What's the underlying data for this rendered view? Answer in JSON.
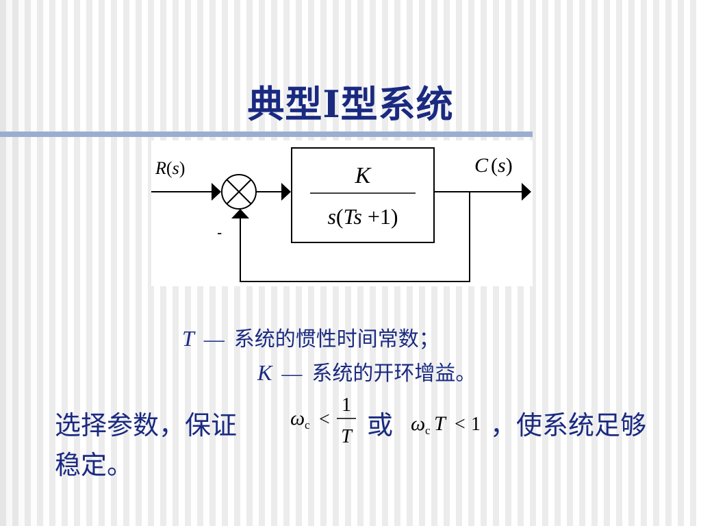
{
  "slide": {
    "title": "典型I型系统",
    "colors": {
      "title": "#1a2a80",
      "rule": "#9aaed0",
      "text": "#1a2a80"
    }
  },
  "diagram": {
    "input_label": {
      "sym": "R",
      "open": "(",
      "var": "s",
      "close": ")"
    },
    "output_label": {
      "sym": "C",
      "open": "(",
      "var": "s",
      "close": ")"
    },
    "minus_sign": "-",
    "block": {
      "numerator": "K",
      "den_s": "s",
      "den_open": "(",
      "den_T": "T",
      "den_s2": "s",
      "den_plus": "+",
      "den_one": "1",
      "den_close": ")"
    }
  },
  "definitions": [
    {
      "symbol": "T",
      "dash": "—",
      "text": "系统的惯性时间常数；"
    },
    {
      "symbol": "K",
      "dash": "—",
      "text": "系统的开环增益。"
    }
  ],
  "condition": {
    "lead": "选择参数，保证",
    "f1": {
      "omega": "ω",
      "sub": "c",
      "lt": "<",
      "num": "1",
      "den": "T"
    },
    "or": "或",
    "f2": {
      "omega": "ω",
      "sub": "c",
      "T": "T",
      "lt": "<",
      "one": "1"
    },
    "tail": "，使系统足够",
    "line2": "稳定。"
  }
}
